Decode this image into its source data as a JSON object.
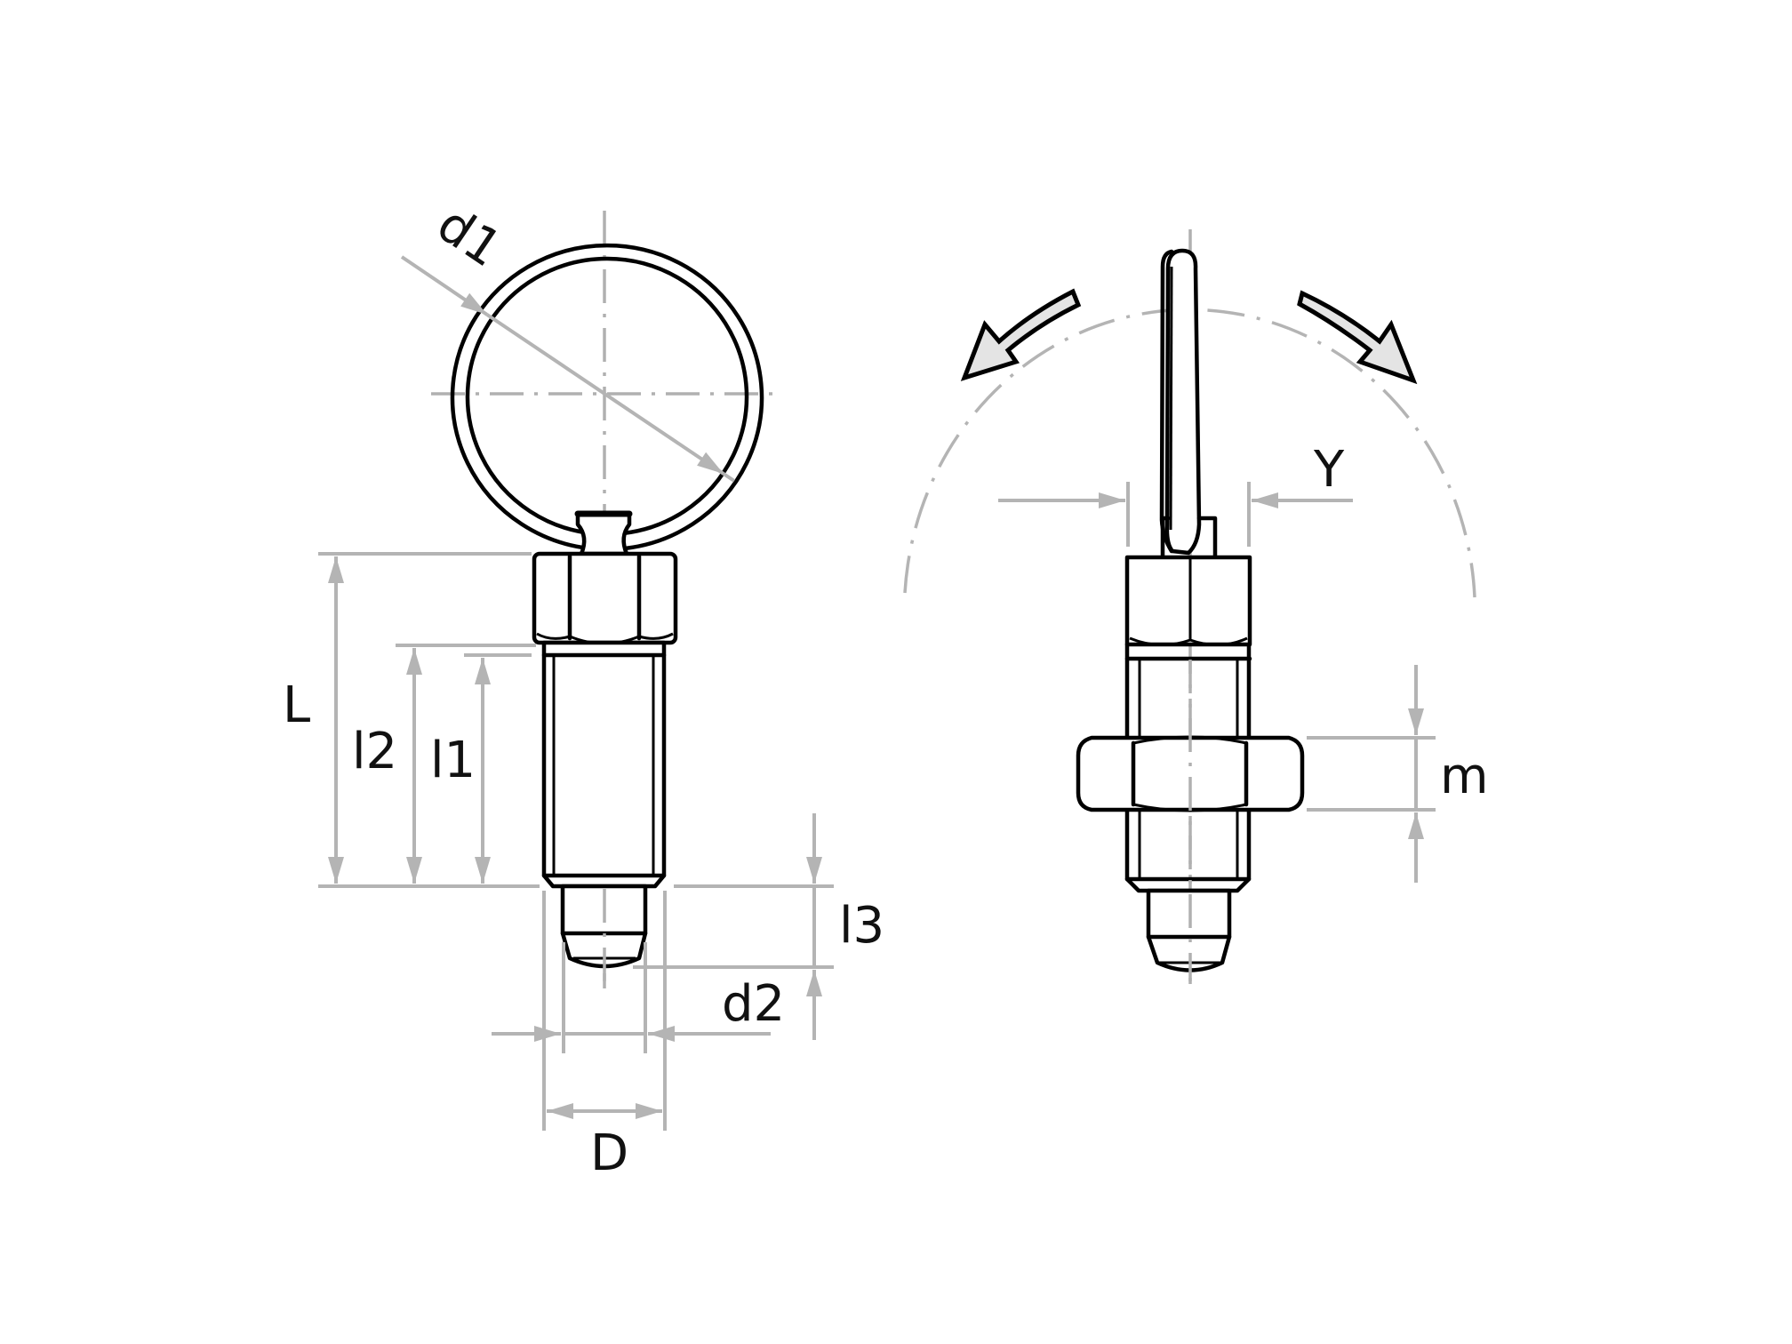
{
  "diagram": {
    "title": "Indexing plunger with pull ring and lock nut - dimension drawing",
    "colors": {
      "object_lines": "#000000",
      "dimension_lines": "#b4b4b4",
      "rotation_arrow_fill": "#e4e4e4",
      "background": "#ffffff"
    },
    "views": [
      {
        "id": "front-view",
        "description": "Front view: pull ring, hex collar, threaded body, plunger pin",
        "dimensions": {
          "d1": "d1",
          "L": "L",
          "l2": "l2",
          "l1": "l1",
          "l3": "l3",
          "d2": "d2",
          "D": "D"
        }
      },
      {
        "id": "side-view",
        "description": "Side view: ring folded edge-on, hex collar, lock nut, plunger pin, ring swing arrows",
        "dimensions": {
          "Y": "Y",
          "m": "m"
        }
      }
    ]
  }
}
